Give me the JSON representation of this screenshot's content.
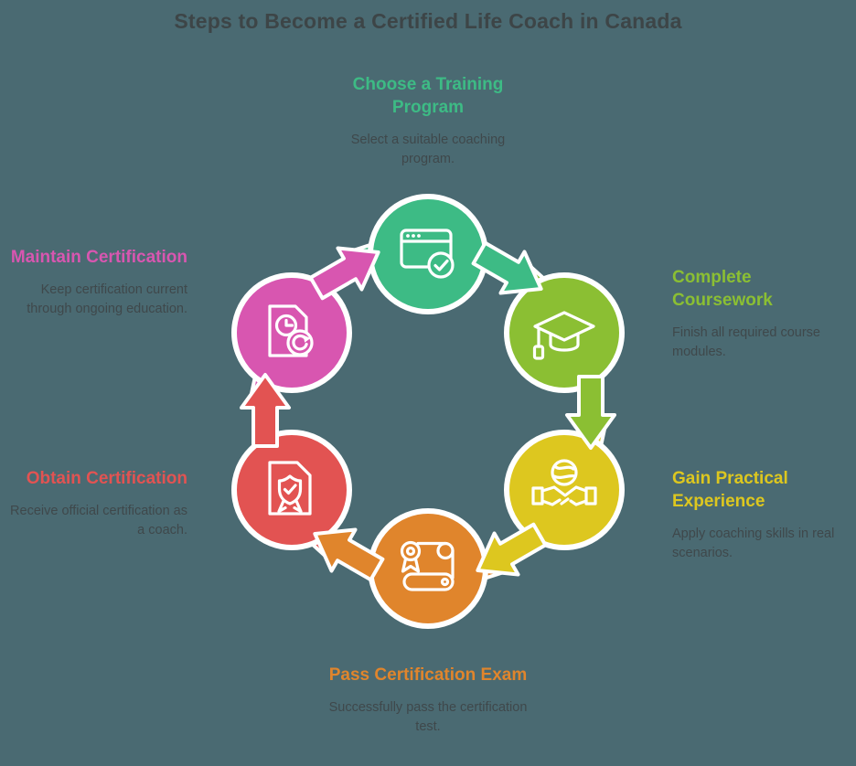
{
  "background_color": "#4a6a72",
  "title": {
    "text": "Steps to Become a Certified Life Coach in Canada",
    "color": "#3d4547"
  },
  "text_color": "#3f484b",
  "steps": [
    {
      "label": "Choose a Training Program",
      "description": "Select a suitable coaching program.",
      "color": "#3dbb85",
      "icon": "browser-check-icon",
      "position": "top"
    },
    {
      "label": "Complete Coursework",
      "description": "Finish all required course modules.",
      "color": "#8bbf33",
      "icon": "graduation-cap-icon",
      "position": "upper-right"
    },
    {
      "label": "Gain Practical Experience",
      "description": "Apply coaching skills in real scenarios.",
      "color": "#ddc71f",
      "icon": "handshake-globe-icon",
      "position": "lower-right"
    },
    {
      "label": "Pass Certification Exam",
      "description": "Successfully pass the certification test.",
      "color": "#e0852c",
      "icon": "scroll-certificate-icon",
      "position": "bottom"
    },
    {
      "label": "Obtain Certification",
      "description": "Receive official certification as a coach.",
      "color": "#e25352",
      "icon": "certificate-document-icon",
      "position": "lower-left"
    },
    {
      "label": "Maintain Certification",
      "description": "Keep certification current through ongoing education.",
      "color": "#d856b0",
      "icon": "document-renewal-icon",
      "position": "upper-left"
    }
  ],
  "flow": "clockwise-cycle"
}
